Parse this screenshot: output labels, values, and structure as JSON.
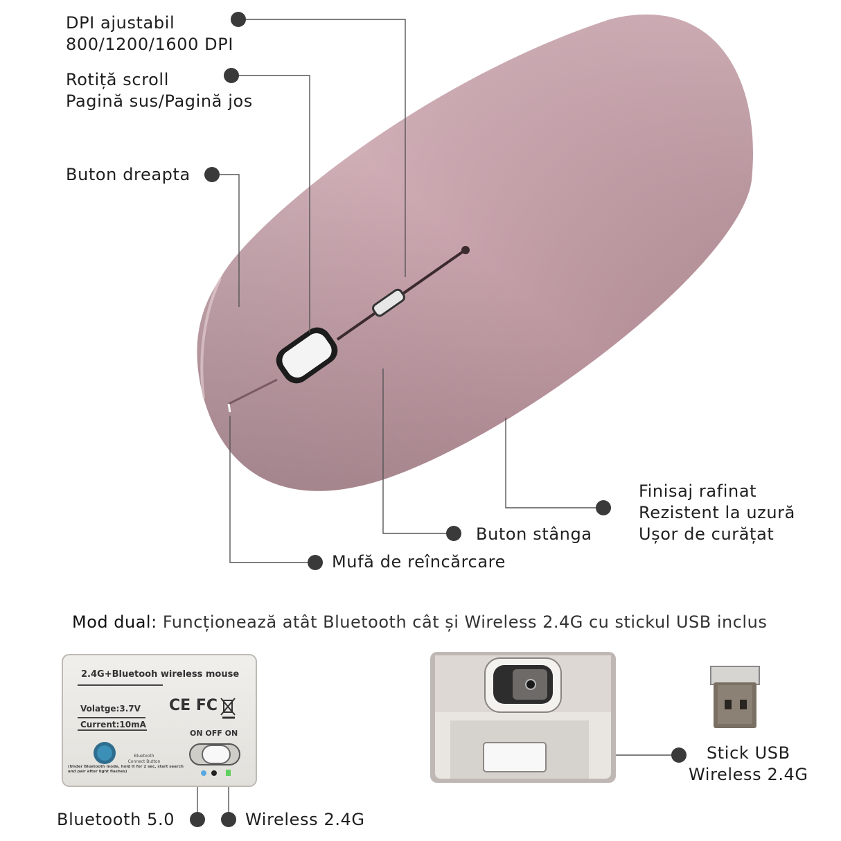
{
  "callouts": {
    "dpi": [
      "DPI ajustabil",
      "800/1200/1600 DPI"
    ],
    "scroll": [
      "Rotiță scroll",
      "Pagină sus/Pagină jos"
    ],
    "right_button": "Buton dreapta",
    "finish": [
      "Finisaj rafinat",
      "Rezistent la uzură",
      "Ușor de curățat"
    ],
    "left_button": "Buton stânga",
    "charging": "Mufă de reîncărcare"
  },
  "dual_mode": {
    "prefix": "Mod dual:",
    "text": "Funcționează atât Bluetooth cât și Wireless 2.4G cu stickul USB inclus"
  },
  "bottom_label": {
    "title": "2.4G+Bluetooh wireless mouse",
    "voltage": "Volatge:3.7V",
    "current": "Current:10mA",
    "certs": "CE FC",
    "switch": "ON OFF ON",
    "bt_button": "Bluetooth Connect Button",
    "bt_note": "(Under Bluetooth mode, hold it for 2 sec, start search and pair after light flashes)"
  },
  "bottom_callouts": {
    "bluetooth": "Bluetooth 5.0",
    "wireless": "Wireless 2.4G",
    "stick": [
      "Stick USB",
      "Wireless 2.4G"
    ]
  },
  "colors": {
    "mouse_body": "#c8a3ab",
    "dot": "#3a3a3a",
    "leader_line": "#555555"
  }
}
